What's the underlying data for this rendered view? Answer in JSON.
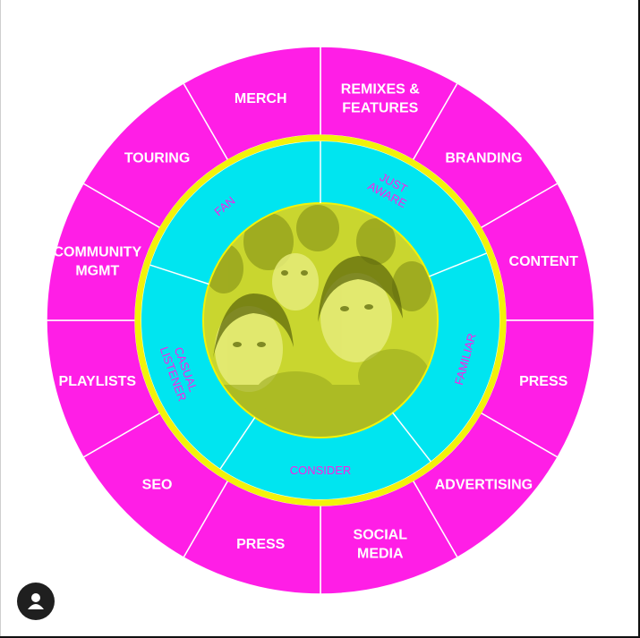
{
  "colors": {
    "outer_ring": "#ff1ee6",
    "inner_ring": "#00e5f0",
    "separator_ring": "#f2f20a",
    "photo_tint": "#c9d62f",
    "outer_text": "#ffffff",
    "inner_text": "#ff1ee6"
  },
  "outer_segments": [
    {
      "lines": [
        "REMIXES &",
        "FEATURES"
      ]
    },
    {
      "lines": [
        "BRANDING"
      ]
    },
    {
      "lines": [
        "CONTENT"
      ]
    },
    {
      "lines": [
        "PRESS"
      ]
    },
    {
      "lines": [
        "ADVERTISING"
      ]
    },
    {
      "lines": [
        "SOCIAL",
        "MEDIA"
      ]
    },
    {
      "lines": [
        "PRESS"
      ]
    },
    {
      "lines": [
        "SEO"
      ]
    },
    {
      "lines": [
        "PLAYLISTS"
      ]
    },
    {
      "lines": [
        "COMMUNITY",
        "MGMT"
      ]
    },
    {
      "lines": [
        "TOURING"
      ]
    },
    {
      "lines": [
        "MERCH"
      ]
    }
  ],
  "inner_segments": [
    {
      "lines": [
        "JUST",
        "AWARE"
      ]
    },
    {
      "lines": [
        "FAMILIAR"
      ]
    },
    {
      "lines": [
        "CONSIDER"
      ]
    },
    {
      "lines": [
        "CASUAL",
        "LISTENER"
      ]
    },
    {
      "lines": [
        "FAN"
      ]
    }
  ],
  "center_image": {
    "icon": "fans-crowd-photo",
    "description_icon": "concert-audience"
  },
  "profile": {
    "icon": "user-avatar-icon"
  }
}
